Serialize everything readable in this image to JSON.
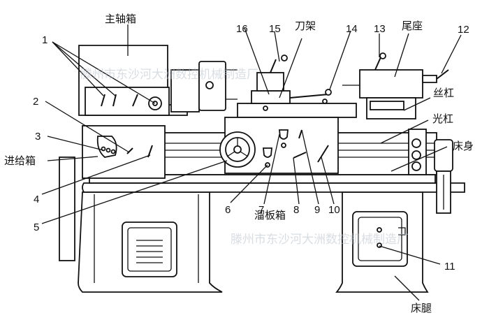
{
  "labels": {
    "headstock": "主轴箱",
    "tool_post": "刀架",
    "tailstock": "尾座",
    "lead_screw": "丝杠",
    "feed_rod": "光杠",
    "bed": "床身",
    "feed_box": "进给箱",
    "apron": "溜板箱",
    "bed_leg": "床腿"
  },
  "numbers": {
    "n1": "1",
    "n2": "2",
    "n3": "3",
    "n4": "4",
    "n5": "5",
    "n6": "6",
    "n7": "7",
    "n8": "8",
    "n9": "9",
    "n10": "10",
    "n11": "11",
    "n12": "12",
    "n13": "13",
    "n14": "14",
    "n15": "15",
    "n16": "16"
  },
  "watermark": {
    "top": "滕州市东沙河大洲数控机械制造厂",
    "bottom": "滕州市东沙河大洲数控机械制造厂"
  }
}
